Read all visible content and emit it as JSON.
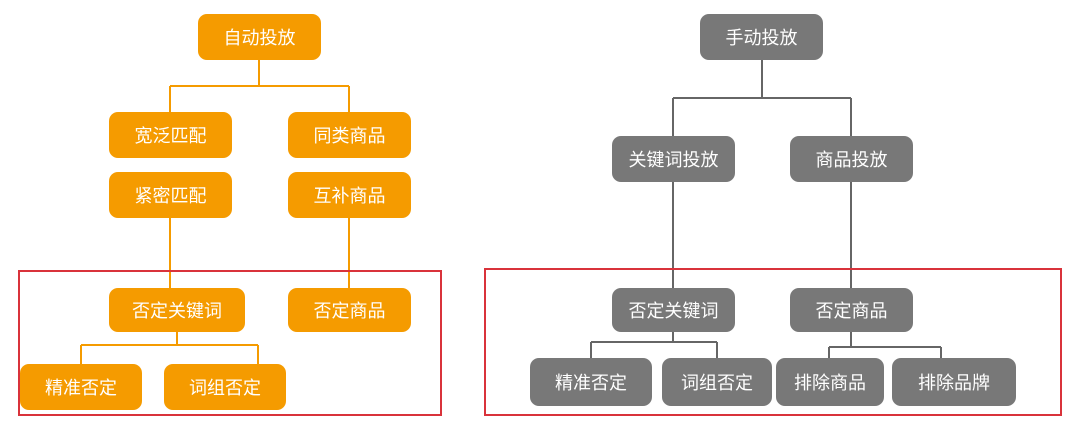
{
  "colors": {
    "auto_node": "#F59B00",
    "manual_node": "#787878",
    "auto_line": "#F59B00",
    "manual_line": "#666666",
    "highlight_frame": "#D9333B"
  },
  "auto": {
    "root": "自动投放",
    "broad_match": "宽泛匹配",
    "similar_products": "同类商品",
    "close_match": "紧密匹配",
    "complementary_products": "互补商品",
    "negative_keywords": "否定关键词",
    "negative_products": "否定商品",
    "negative_exact": "精准否定",
    "negative_phrase": "词组否定"
  },
  "manual": {
    "root": "手动投放",
    "keyword_targeting": "关键词投放",
    "product_targeting": "商品投放",
    "negative_keywords": "否定关键词",
    "negative_products": "否定商品",
    "negative_exact": "精准否定",
    "negative_phrase": "词组否定",
    "exclude_products": "排除商品",
    "exclude_brands": "排除品牌"
  }
}
